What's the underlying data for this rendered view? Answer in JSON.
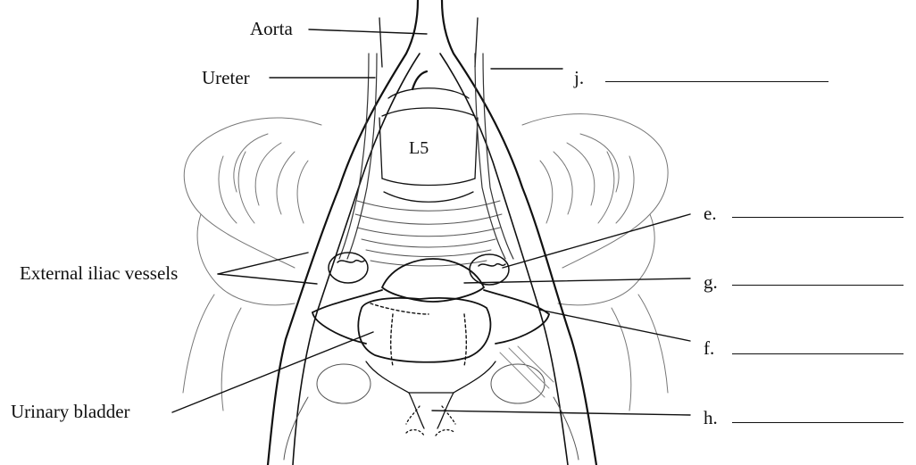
{
  "diagram": {
    "inner_labels": {
      "vertebra": "L5"
    },
    "left_labels": {
      "aorta": "Aorta",
      "ureter": "Ureter",
      "external_iliac": "External iliac vessels",
      "urinary_bladder": "Urinary bladder"
    },
    "right_labels": {
      "j": "j.",
      "e": "e.",
      "g": "g.",
      "f": "f.",
      "h": "h."
    },
    "colors": {
      "ink": "#111111",
      "background": "#ffffff"
    }
  }
}
